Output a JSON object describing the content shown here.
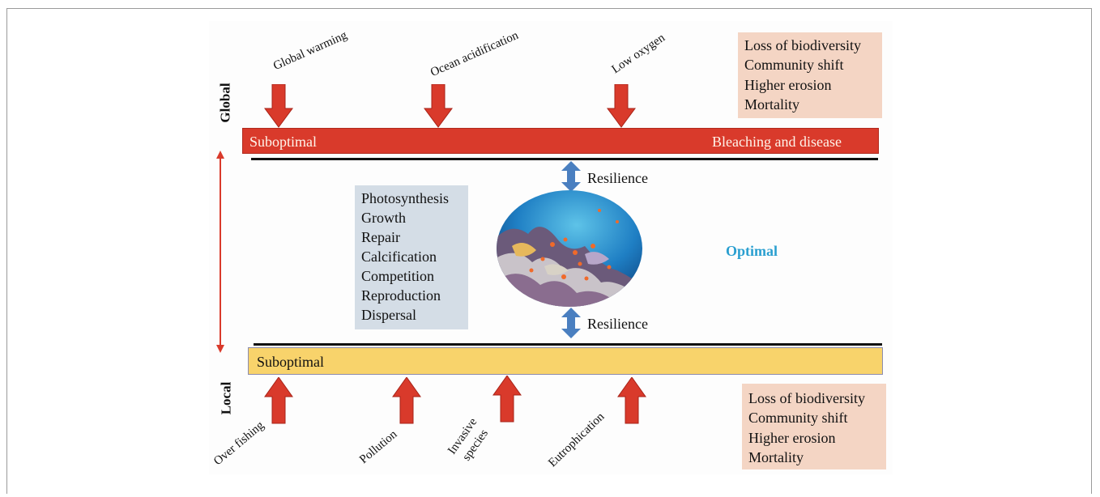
{
  "labels": {
    "global": "Global",
    "local": "Local",
    "optimal": "Optimal"
  },
  "top_bar": {
    "left": "Suboptimal",
    "right": "Bleaching and disease"
  },
  "bottom_bar": {
    "left": "Suboptimal"
  },
  "global_stressors": [
    "Global warming",
    "Ocean acidification",
    "Low oxygen"
  ],
  "local_stressors": [
    "Over fishing",
    "Pollution",
    "Invasive",
    "species",
    "Eutrophication"
  ],
  "impacts_top": [
    "Loss of biodiversity",
    "Community shift",
    "Higher erosion",
    "Mortality"
  ],
  "impacts_bottom": [
    "Loss of biodiversity",
    "Community shift",
    "Higher erosion",
    "Mortality"
  ],
  "processes": [
    "Photosynthesis",
    "Growth",
    "Repair",
    "Calcification",
    "Competition",
    "Reproduction",
    "Dispersal"
  ],
  "resilience_top": "Resilience",
  "resilience_bottom": "Resilience",
  "colors": {
    "red_bar": "#d93a2b",
    "yellow_bar": "#f8d36b",
    "optimal_text": "#2a9fd0",
    "resilience_arrow": "#4a7fc0",
    "impact_box": "#f4d5c4",
    "process_box": "#d4dde6"
  }
}
